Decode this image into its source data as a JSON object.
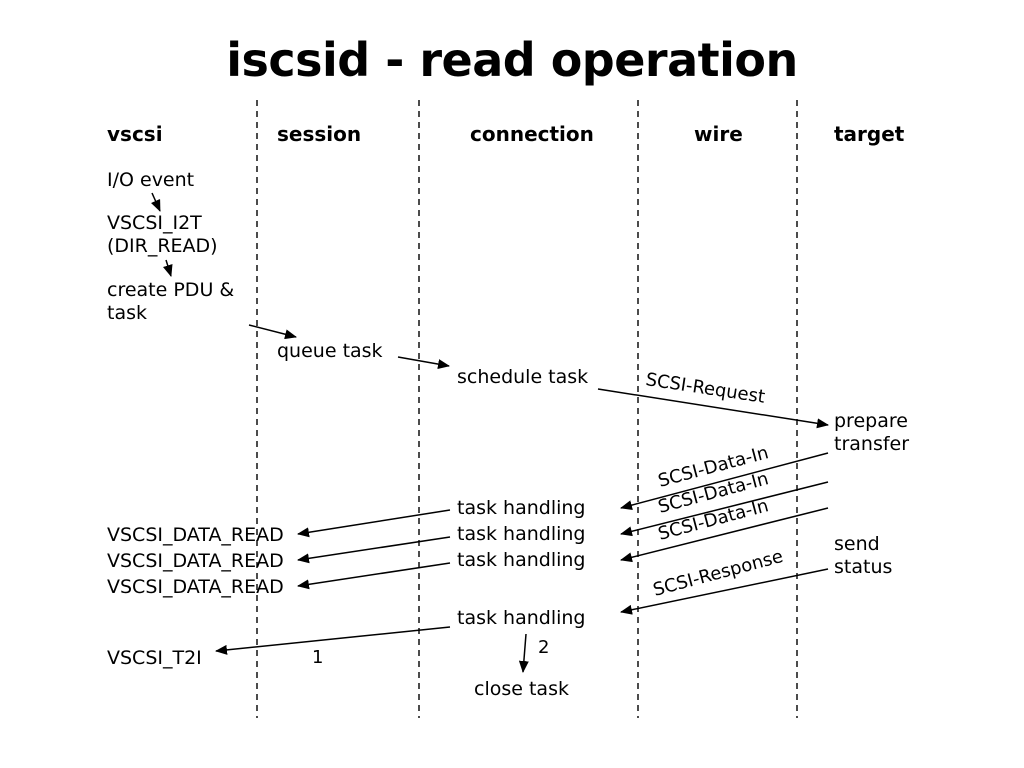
{
  "title": "iscsid - read operation",
  "lanes": {
    "vscsi": "vscsi",
    "session": "session",
    "connection": "connection",
    "wire": "wire",
    "target": "target"
  },
  "vscsi_steps": {
    "io_event": "I/O event",
    "i2t_line1": "VSCSI_I2T",
    "i2t_line2": "(DIR_READ)",
    "create_line1": "create PDU &",
    "create_line2": "task",
    "data_read_1": "VSCSI_DATA_READ",
    "data_read_2": "VSCSI_DATA_READ",
    "data_read_3": "VSCSI_DATA_READ",
    "t2i": "VSCSI_T2I"
  },
  "session_steps": {
    "queue_task": "queue task",
    "step_1": "1"
  },
  "connection_steps": {
    "schedule_task": "schedule task",
    "task_handling_1": "task handling",
    "task_handling_2": "task handling",
    "task_handling_3": "task handling",
    "task_handling_4": "task handling",
    "step_2": "2",
    "close_task": "close task"
  },
  "target_steps": {
    "prepare_line1": "prepare",
    "prepare_line2": "transfer",
    "send_line1": "send",
    "send_line2": "status"
  },
  "wire_messages": {
    "scsi_request": "SCSI-Request",
    "data_in_1": "SCSI-Data-In",
    "data_in_2": "SCSI-Data-In",
    "data_in_3": "SCSI-Data-In",
    "scsi_response": "SCSI-Response"
  }
}
